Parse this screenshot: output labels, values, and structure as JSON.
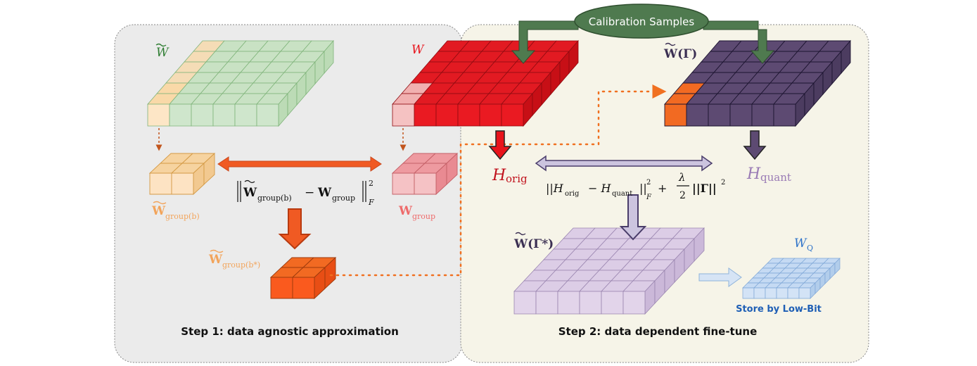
{
  "calibration_label": "Calibration Samples",
  "step1": {
    "title": "Step 1: data agnostic approximation",
    "label_w_tilde": "W",
    "label_w": "W",
    "label_w_group_b": "W",
    "label_w_group_b_sub": "group(b)",
    "label_w_group": "W",
    "label_w_group_sub": "group",
    "label_w_group_bstar": "W",
    "label_w_group_bstar_sub": "group(b*)",
    "norm_w1": "W",
    "norm_sub1": "group(b)",
    "norm_minus": "−",
    "norm_w2": "W",
    "norm_sub2": "group",
    "norm_exp": "2",
    "norm_f": "F"
  },
  "step2": {
    "title": "Step 2: data dependent fine-tune",
    "label_w_gamma": "W(Γ)",
    "label_w_gamma_star": "W(Γ*)",
    "label_h_orig": "H",
    "label_h_orig_sub": "orig",
    "label_h_quant": "H",
    "label_h_quant_sub": "quant",
    "label_wq": "W",
    "label_wq_sub": "Q",
    "store_label": "Store by Low-Bit",
    "loss_part1": "||H",
    "loss_sub1": "orig",
    "loss_minus": "− H",
    "loss_sub2": "quant",
    "loss_part2": "||",
    "loss_exp": "2",
    "loss_f": "F",
    "loss_plus": "+",
    "loss_lambda": "λ",
    "loss_two": "2",
    "loss_gamma": "||Γ||",
    "loss_exp2": "2"
  },
  "colors": {
    "step1_bg": "#ebebeb",
    "step2_bg": "#f6f4e8",
    "green_grid": "#cfe6cc",
    "red_grid": "#e8131b",
    "purple_grid": "#5d4a72",
    "lavender_grid": "#ded0e6",
    "blue_grid": "#c7dcf3",
    "orange": "#fa5a1e",
    "calib_fill": "#4f7a4f"
  }
}
